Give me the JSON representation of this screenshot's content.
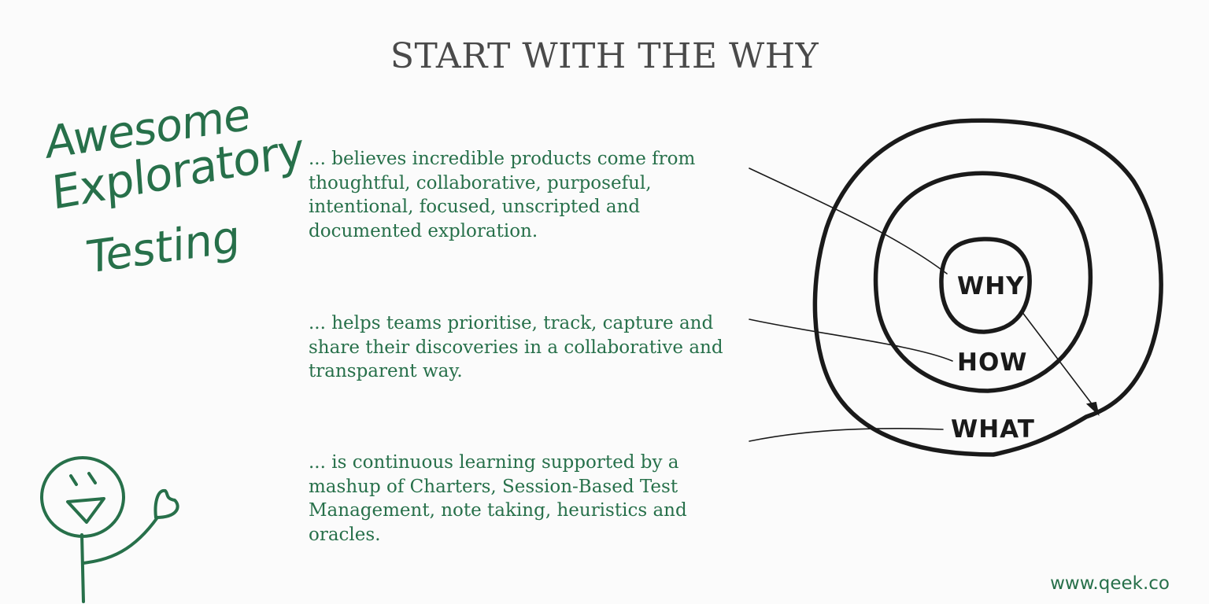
{
  "title": "START WITH THE WHY",
  "logo": {
    "line1": "Awesome",
    "line2": "Exploratory",
    "line3": "Testing"
  },
  "paragraphs": {
    "why": "... believes incredible products come from thoughtful, collaborative, purposeful, intentional, focused, unscripted and documented exploration.",
    "how": "... helps teams prioritise, track, capture and share their discoveries in a collaborative and transparent way.",
    "what": "... is continuous learning supported by a mashup of Charters, Session-Based Test Management, note taking, heuristics and oracles."
  },
  "circles": {
    "why": "WHY",
    "how": "HOW",
    "what": "WHAT"
  },
  "footer": {
    "url": "www.qeek.co"
  },
  "colors": {
    "accent_green": "#27704a",
    "title_gray": "#4a4a4a",
    "ink": "#1a1a1a",
    "background": "#fbfbfb"
  }
}
